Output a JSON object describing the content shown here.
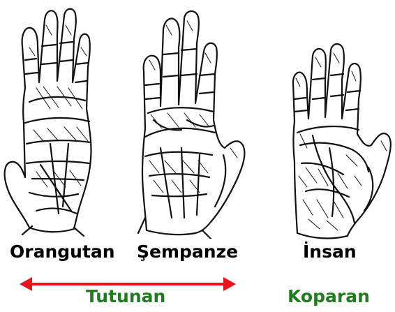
{
  "species": {
    "orangutan": "Orangutan",
    "chimpanzee": "Şempanze",
    "human": "İnsan"
  },
  "groups": {
    "grasping": "Tutunan",
    "plucking": "Koparan"
  },
  "colors": {
    "arrow": "#e8141b",
    "group_text": "#1f7d1f",
    "ink": "#111111",
    "background": "#ffffff"
  }
}
